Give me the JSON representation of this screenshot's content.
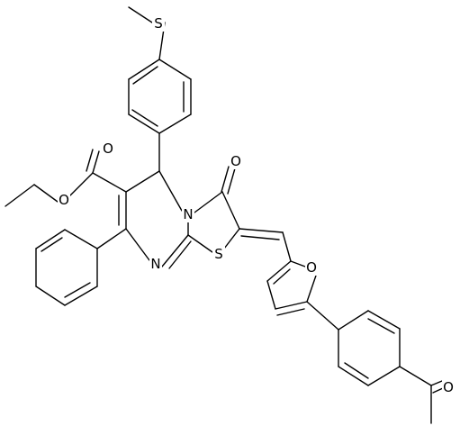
{
  "diagram": {
    "type": "chemical-structure",
    "atoms": {
      "S_methyl": "S",
      "O_ester_carbonyl": "O",
      "O_ester": "O",
      "O_ring_ketone": "O",
      "N_ring": "N",
      "N_imine": "N",
      "S_thiazole": "S",
      "O_furan": "O",
      "O_acetyl": "O"
    },
    "colors": {
      "bond": "#000000",
      "background": "#ffffff",
      "text": "#000000"
    }
  }
}
